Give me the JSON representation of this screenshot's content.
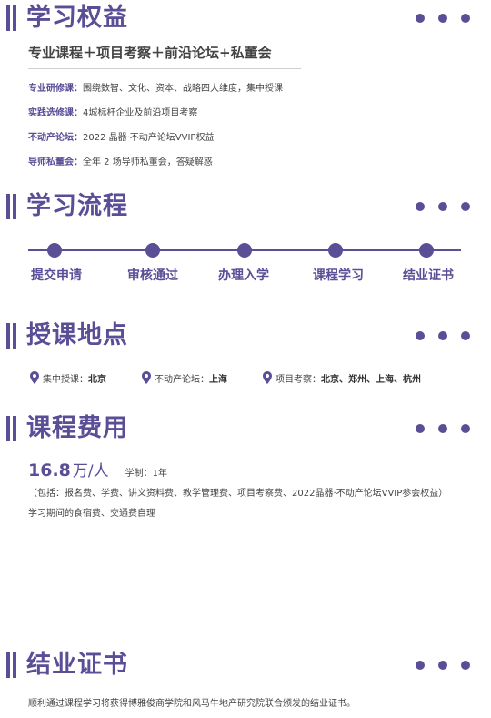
{
  "benefits": {
    "title": "学习权益",
    "subtitle": "专业课程＋项目考察＋前沿论坛+私董会",
    "items": [
      {
        "label": "专业研修课：",
        "text": "围绕数智、文化、资本、战略四大维度，集中授课"
      },
      {
        "label": "实践选修课：",
        "text": "4城标杆企业及前沿项目考察"
      },
      {
        "label": "不动产论坛：",
        "text": "2022 晶器·不动产论坛VVIP权益"
      },
      {
        "label": "导师私董会：",
        "text": "全年 2 场导师私董会，答疑解惑"
      }
    ]
  },
  "process": {
    "title": "学习流程",
    "steps": [
      "提交申请",
      "审核通过",
      "办理入学",
      "课程学习",
      "结业证书"
    ]
  },
  "locations": {
    "title": "授课地点",
    "items": [
      {
        "label": "集中授课：",
        "value": "北京"
      },
      {
        "label": "不动产论坛：",
        "value": "上海"
      },
      {
        "label": "项目考察：",
        "value": "北京、郑州、上海、杭州"
      }
    ]
  },
  "fees": {
    "title": "课程费用",
    "price": "16.8",
    "unit": "万/人",
    "duration": "学制：1年",
    "includes": "（包括：报名费、学费、讲义资料费、教学管理费、项目考察费、2022晶器·不动产论坛VVIP参会权益）",
    "excludes": "学习期间的食宿费、交通费自理"
  },
  "certificate": {
    "title": "结业证书",
    "text": "顺利通过课程学习将获得博雅俊商学院和风马牛地产研究院联合颁发的结业证书。"
  },
  "colors": {
    "accent": "#5a4e97",
    "text": "#444444"
  },
  "icons": {
    "header_dots": "more-dots-icon",
    "location": "location-pin-icon"
  }
}
